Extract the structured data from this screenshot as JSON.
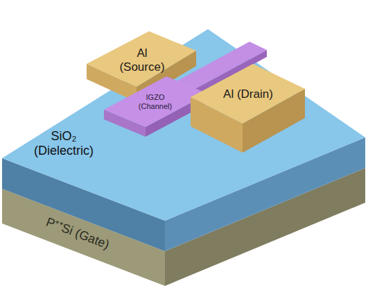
{
  "diagram": {
    "nodes": [
      {
        "text": [
          "Al (Source)"
        ]
      },
      {
        "text": [
          "IGZO (Channel)"
        ]
      },
      {
        "text": [
          "Al (Drain)"
        ]
      },
      {
        "text": [
          "SiO₂ (Dielectric)"
        ]
      },
      {
        "text": [
          "P⁺⁺Si (Gate)"
        ]
      }
    ]
  }
}
